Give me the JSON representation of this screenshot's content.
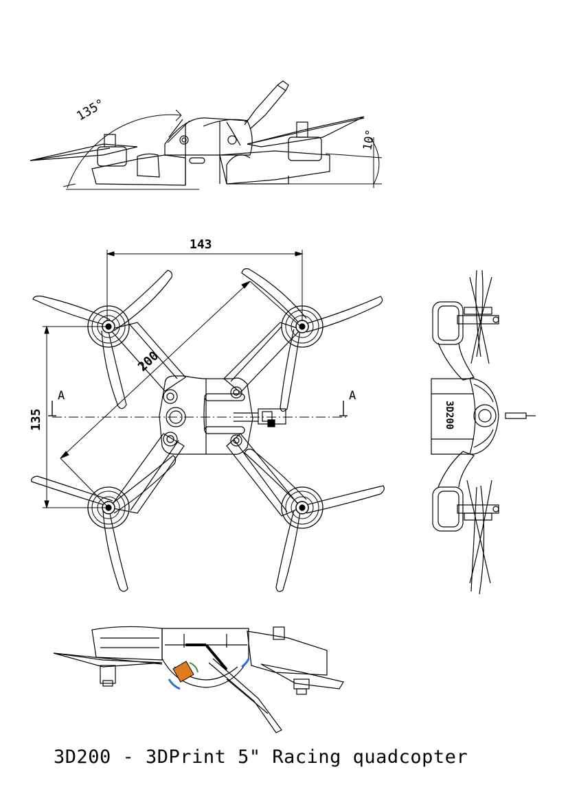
{
  "title": "3D200 - 3DPrint 5\" Racing quadcopter",
  "dimensions": {
    "top_angle": "135°",
    "tilt_angle": "10°",
    "width": "143",
    "diagonal": "200",
    "height": "135"
  },
  "section": {
    "left_label": "A",
    "right_label": "A"
  },
  "logo_text": "3D200",
  "colors": {
    "line": "#000000",
    "accent_orange": "#e07a1f",
    "accent_blue": "#2a6fd6",
    "accent_green": "#2f8f3a"
  }
}
